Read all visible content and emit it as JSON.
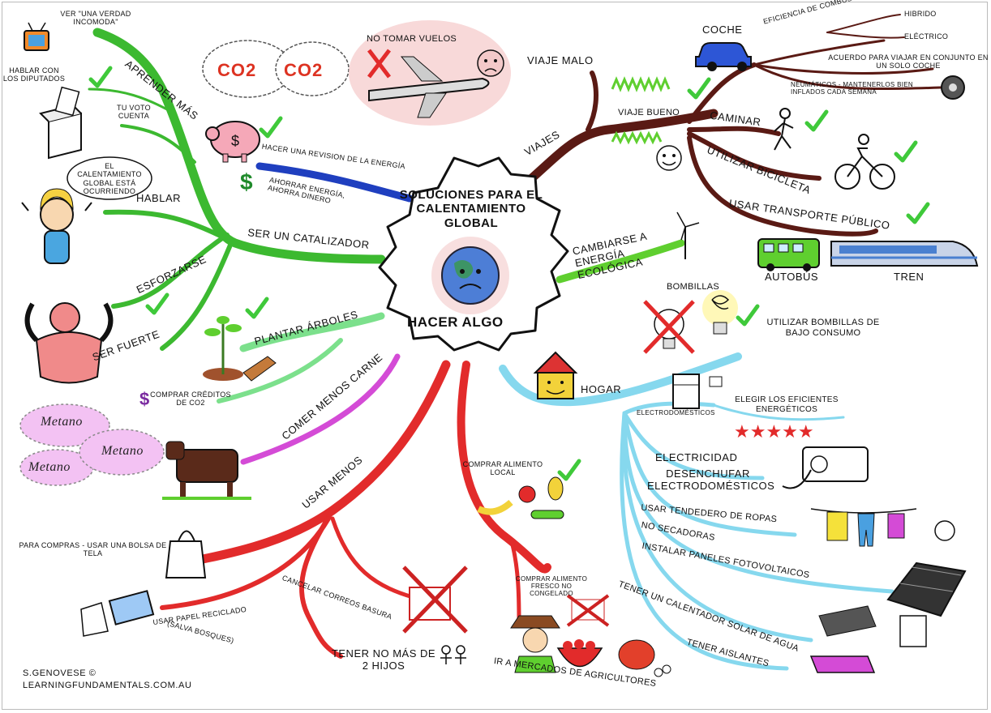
{
  "center": {
    "title": "SOLUCIONES PARA EL CALENTAMIENTO GLOBAL",
    "subtitle": "HACER ALGO"
  },
  "branches": {
    "learn": {
      "label": "APRENDER MÁS",
      "items": [
        "VER \"UNA VERDAD INCOMODA\"",
        "HABLAR CON LOS DIPUTADOS",
        "TU VOTO CUENTA"
      ]
    },
    "catalyst": {
      "label": "SER UN CATALIZADOR",
      "items": [
        "HABLAR",
        "ESFORZARSE",
        "SER FUERTE"
      ],
      "speech": "EL CALENTAMIENTO GLOBAL ESTÁ OCURRIENDO"
    },
    "energy": {
      "label": "HACER UNA REVISION DE LA ENERGÍA",
      "sub": "AHORRAR ENERGÍA, AHORRA DINERO"
    },
    "trees": {
      "label": "PLANTAR ÁRBOLES",
      "sub": "COMPRAR CRÉDITOS DE CO2"
    },
    "meat": {
      "label": "COMER MENOS CARNE",
      "clouds": [
        "Metano",
        "Metano",
        "Metano"
      ]
    },
    "less": {
      "label": "USAR MENOS",
      "items": [
        "PARA COMPRAS - USAR UNA BOLSA DE TELA",
        "CANCELAR CORREOS BASURA",
        "USAR PAPEL RECICLADO",
        "(SALVA BOSQUES)",
        "TENER NO MÁS DE 2 HIJOS"
      ]
    },
    "local": {
      "label": "COMPRAR ALIMENTO LOCAL",
      "items": [
        "COMPRAR ALIMENTO FRESCO NO CONGELADO",
        "IR A MERCADOS DE AGRICULTORES"
      ]
    },
    "travel": {
      "label": "VIAJES",
      "bad": "VIAJE MALO",
      "no_fly": "NO TOMAR VUELOS",
      "co2": [
        "CO2",
        "CO2"
      ],
      "good": "VIAJE BUENO",
      "car": "COCHE",
      "car_items": [
        "EFICIENCIA DE COMBUSTIBLE",
        "HIBRIDO",
        "ELÉCTRICO",
        "ACUERDO PARA VIAJAR EN CONJUNTO EN UN SOLO COCHE",
        "NEUMÁTICOS - MANTENERLOS BIEN INFLADOS CADA SEMANA"
      ],
      "walk": "CAMINAR",
      "bike": "UTILIZAR BICICLETA",
      "transit": "USAR TRANSPORTE PÚBLICO",
      "bus": "AUTOBÚS",
      "train": "TREN"
    },
    "green_energy": {
      "label": "CAMBIARSE A ENERGÍA ECOLÓGICA"
    },
    "bulbs": {
      "label": "BOMBILLAS",
      "sub": "UTILIZAR BOMBILLAS DE BAJO CONSUMO"
    },
    "home": {
      "label": "HOGAR",
      "appliances": "ELECTRODOMÉSTICOS",
      "efficient": "ELEGIR LOS EFICIENTES ENERGÉTICOS",
      "electricity": "ELECTRICIDAD",
      "unplug": "DESENCHUFAR ELECTRODOMÉSTICOS",
      "clothesline": "USAR TENDEDERO DE ROPAS",
      "no_dryers": "NO SECADORAS",
      "solar_panels": "INSTALAR PANELES FOTOVOLTAICOS",
      "solar_heater": "TENER UN CALENTADOR SOLAR DE AGUA",
      "insulation": "TENER AISLANTES"
    }
  },
  "credit": {
    "author": "S.GENOVESE ©",
    "site": "LEARNINGFUNDAMENTALS.COM.AU"
  },
  "colors": {
    "learn": "#3cb930",
    "energy": "#1f3fbf",
    "trees": "#7ce08c",
    "meat": "#d44bd6",
    "less": "#e22b2b",
    "travel": "#5a1a14",
    "green_energy": "#5fcf2f",
    "home": "#86d8ee",
    "check": "#3fc93a"
  }
}
